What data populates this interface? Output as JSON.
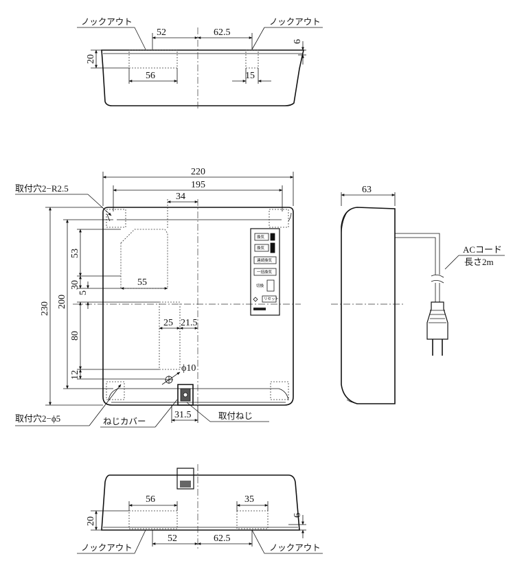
{
  "top_view": {
    "knockout_left": "ノックアウト",
    "knockout_right": "ノックアウト",
    "dim_52": "52",
    "dim_62_5": "62.5",
    "dim_6": "6",
    "dim_20": "20",
    "dim_56": "56",
    "dim_15": "15"
  },
  "front_view": {
    "dim_220": "220",
    "dim_195": "195",
    "dim_34": "34",
    "dim_230": "230",
    "dim_200": "200",
    "dim_53": "53",
    "dim_30": "30",
    "dim_5": "5",
    "dim_55": "55",
    "dim_80": "80",
    "dim_12": "12",
    "dim_25": "25",
    "dim_21_5": "21.5",
    "dim_phi10": "ϕ10",
    "dim_31_5": "31.5",
    "mount_hole_r": "取付穴2−R2.5",
    "mount_hole_phi": "取付穴2−ϕ5",
    "screw_cover": "ねじカバー",
    "mount_screw": "取付ねじ",
    "panel_buttons": [
      "換気",
      "換気",
      "連続換気",
      "一括換気",
      "切換",
      "リセット"
    ]
  },
  "side_view": {
    "dim_63": "63",
    "ac_cord": "ACコード",
    "length": "長さ2m"
  },
  "bottom_view": {
    "dim_56": "56",
    "dim_35": "35",
    "dim_20": "20",
    "dim_6": "6",
    "dim_52": "52",
    "dim_62_5": "62.5",
    "knockout_left": "ノックアウト",
    "knockout_right": "ノックアウト"
  }
}
